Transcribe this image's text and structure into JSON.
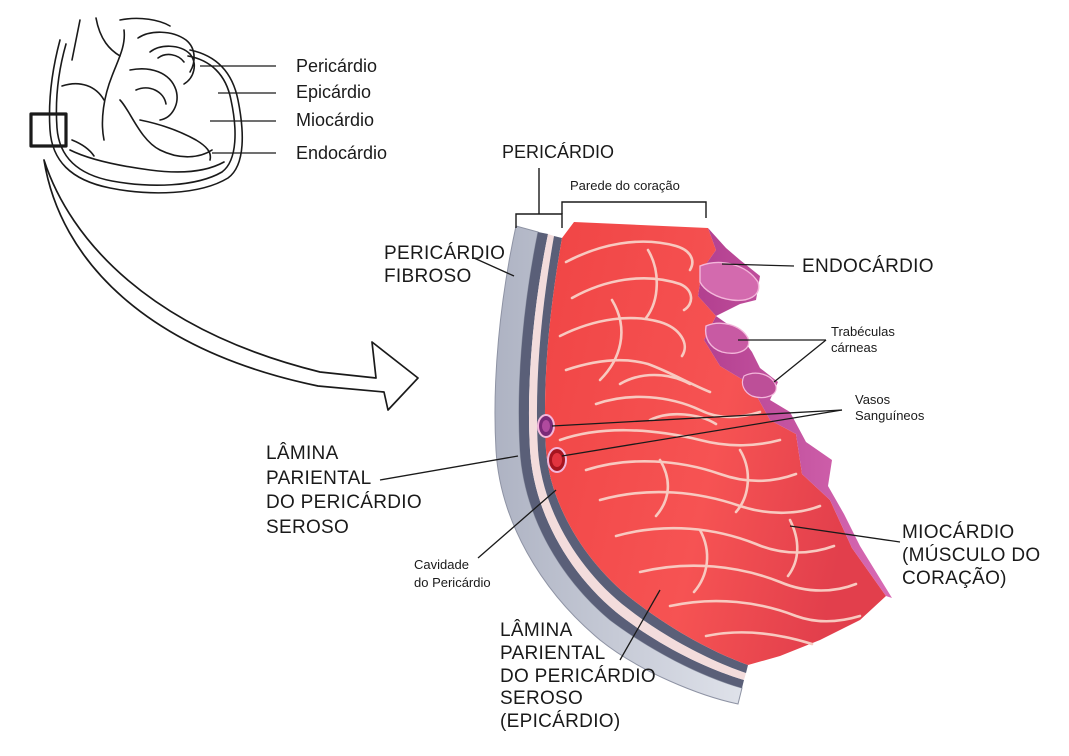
{
  "heart_labels": [
    "Pericárdio",
    "Epicárdio",
    "Miocárdio",
    "Endocárdio"
  ],
  "labels": {
    "pericardio": "PERICÁRDIO",
    "parede": "Parede do coração",
    "fibroso": [
      "PERICÁRDIO",
      "FIBROSO"
    ],
    "endocardio": "ENDOCÁRDIO",
    "trabeculas": [
      "Trabéculas",
      "cárneas"
    ],
    "vasos": [
      "Vasos",
      "Sanguíneos"
    ],
    "lamina_parietal": [
      "LÂMINA",
      "PARIENTAL",
      "DO PERICÁRDIO",
      "SEROSO"
    ],
    "cavidade": [
      "Cavidade",
      "do Pericárdio"
    ],
    "miocardio": [
      "MIOCÁRDIO",
      "(MÚSCULO DO",
      "CORAÇÃO)"
    ],
    "lamina_visceral": [
      "LÂMINA",
      "PARIENTAL",
      "DO PERICÁRDIO",
      "SEROSO",
      "(EPICÁRDIO)"
    ]
  },
  "colors": {
    "myocardium": "#f24a4a",
    "myocardium_dark": "#d6303e",
    "fiber": "#f8c9c0",
    "endocardium": "#c2519b",
    "endocardium_light": "#e58ac4",
    "fibrous_pericardium": "#c7cbd6",
    "serous_layer": "#5a5f78",
    "cavity": "#f2dede",
    "line": "#1a1a1a"
  }
}
